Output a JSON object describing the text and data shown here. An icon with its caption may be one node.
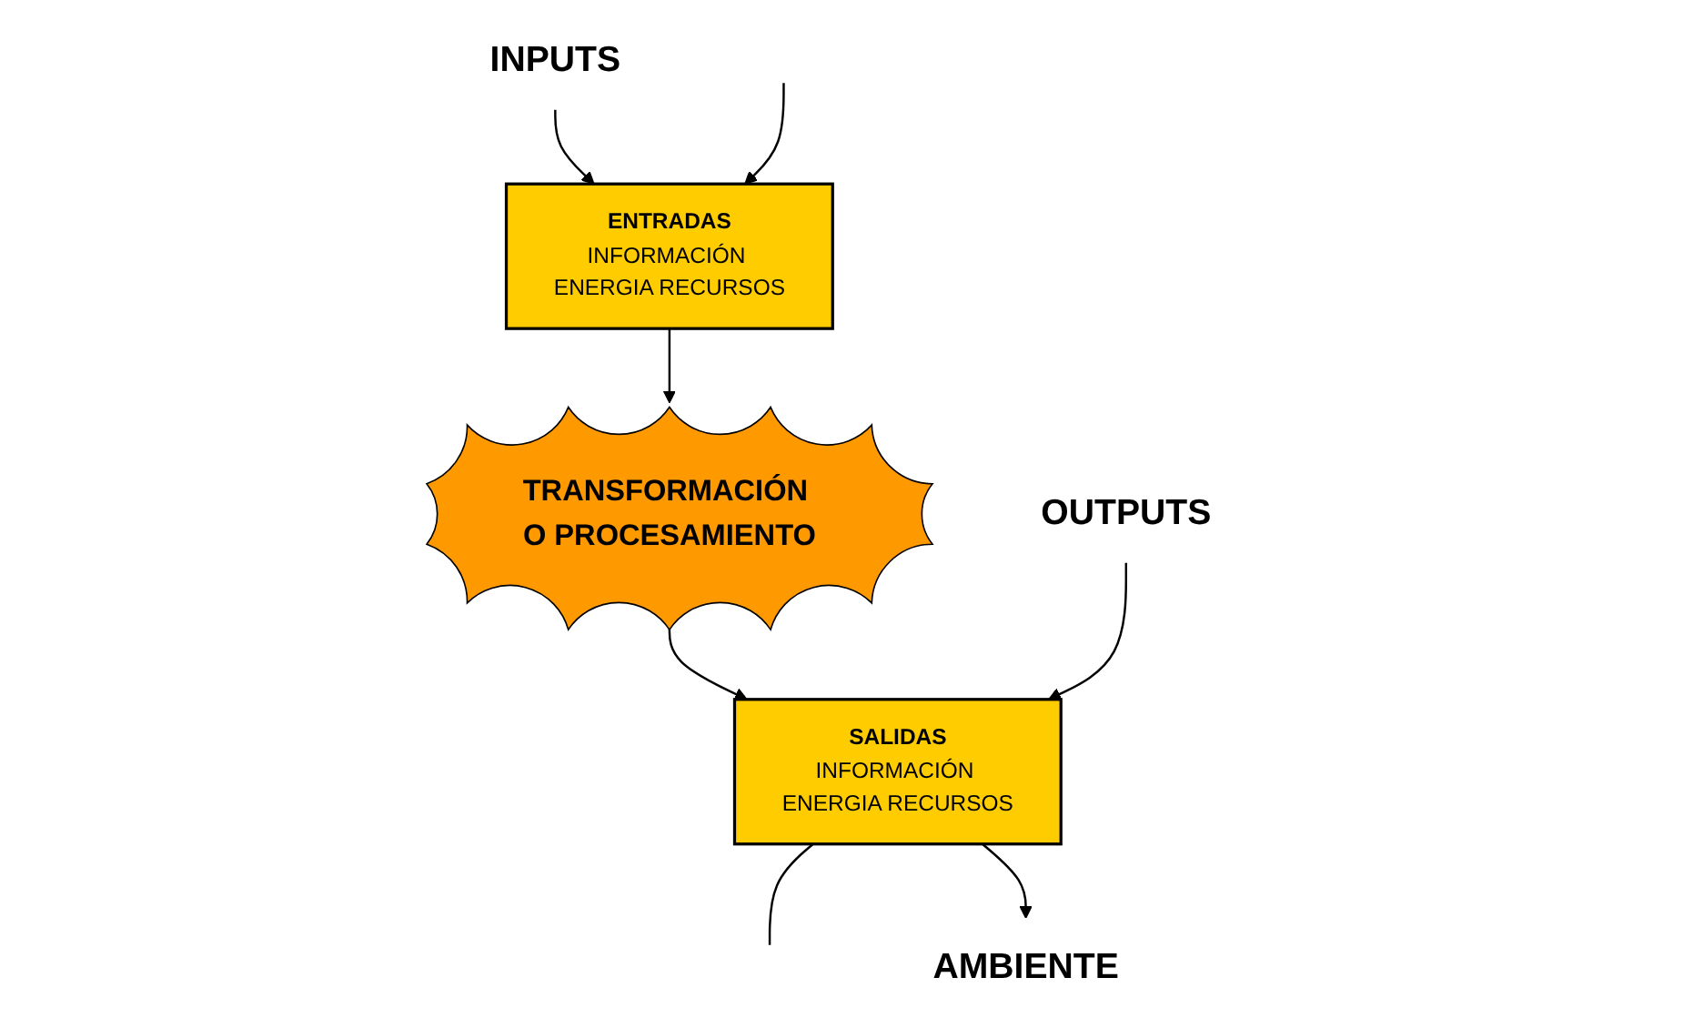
{
  "diagram": {
    "nodes": [
      {
        "text": [
          "INPUTS"
        ]
      },
      {
        "text": [
          "ENTRADAS",
          "INFORMACIÓN ENERGIA RECURSOS"
        ]
      },
      {
        "text": [
          "TRANSFORMACIÓN O PROCESAMIENTO"
        ]
      },
      {
        "text": [
          "SALIDAS",
          "INFORMACIÓN ENERGIA RECURSOS"
        ]
      },
      {
        "text": [
          "OUTPUTS"
        ]
      },
      {
        "text": [
          "AMBIENTE"
        ]
      }
    ],
    "edges": [
      {
        "from": 0,
        "to": 1,
        "arrow": "to"
      },
      {
        "from": null,
        "to": 1,
        "arrow": "to"
      },
      {
        "from": 1,
        "to": 2,
        "arrow": "to"
      },
      {
        "from": 2,
        "to": 3,
        "arrow": "to"
      },
      {
        "from": 4,
        "to": 3,
        "arrow": "to"
      },
      {
        "from": 3,
        "to": null,
        "arrow": "none"
      },
      {
        "from": 3,
        "to": 5,
        "arrow": "to"
      }
    ]
  }
}
